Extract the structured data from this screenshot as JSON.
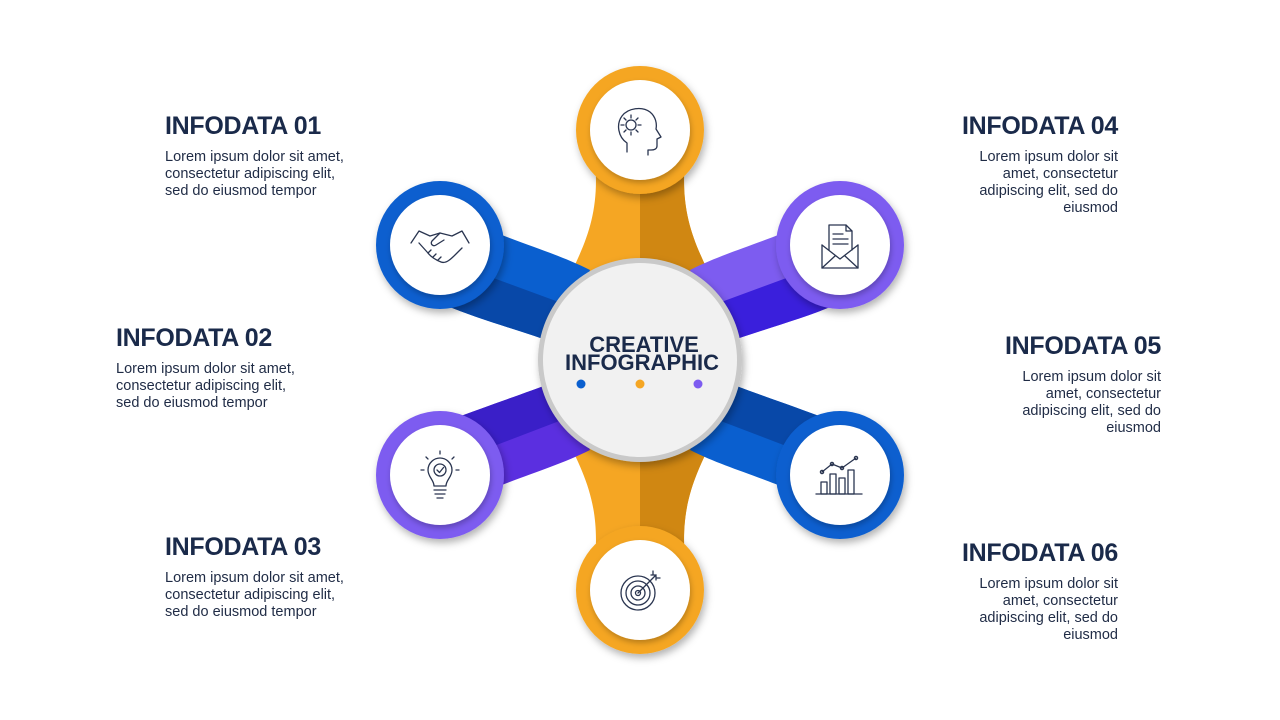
{
  "center": {
    "line1": "CREATIVE",
    "line2": "INFOGRAPHIC"
  },
  "colors": {
    "orange": "#f5a623",
    "blue": "#0a5fcf",
    "purple": "#7d5cf0",
    "navy": "#1a2a4a"
  },
  "items": [
    {
      "title": "INFODATA 01",
      "text": "Lorem ipsum dolor sit amet,\nconsectetur  adipiscing elit,\nsed do eiusmod tempor",
      "icon": "handshake-icon"
    },
    {
      "title": "INFODATA 02",
      "text": "Lorem ipsum dolor sit amet,\nconsectetur  adipiscing elit,\nsed do eiusmod tempor",
      "icon": "lightbulb-icon"
    },
    {
      "title": "INFODATA 03",
      "text": "Lorem ipsum dolor sit amet,\nconsectetur  adipiscing elit,\nsed do eiusmod tempor",
      "icon": "target-icon"
    },
    {
      "title": "INFODATA 04",
      "text": "Lorem ipsum dolor sit\namet, consectetur\nadipiscing elit, sed do\neiusmod",
      "icon": "head-gear-icon"
    },
    {
      "title": "INFODATA 05",
      "text": "Lorem ipsum dolor sit\namet, consectetur\nadipiscing elit, sed do\neiusmod",
      "icon": "envelope-document-icon"
    },
    {
      "title": "INFODATA 06",
      "text": "Lorem ipsum dolor sit\namet, consectetur\nadipiscing elit, sed do\neiusmod",
      "icon": "bar-chart-icon"
    }
  ]
}
